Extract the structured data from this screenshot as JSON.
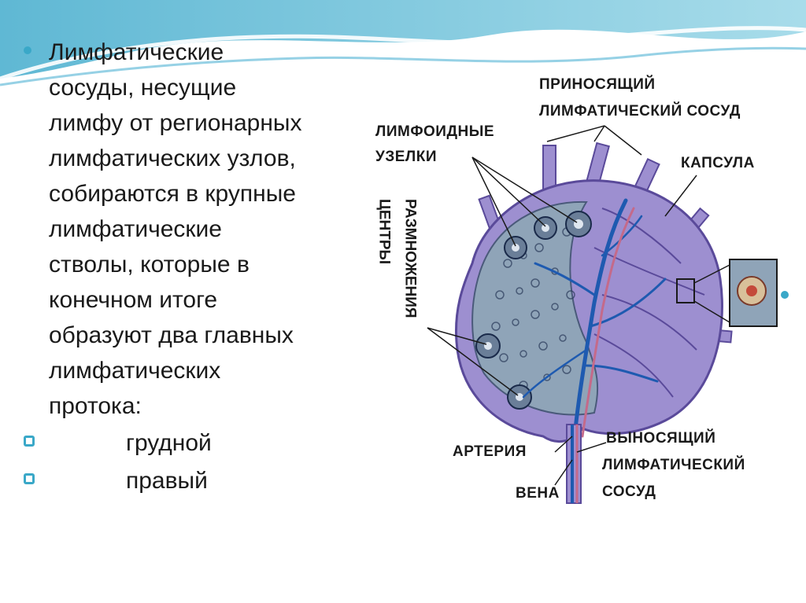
{
  "slide": {
    "main_text": "Лимфатические сосуды, несущие лимфу от регионарных лимфатических узлов, собираются в крупные лимфатические стволы, которые в конечном итоге образуют два главных лимфатических протока:",
    "main_lines": [
      "Лимфатические",
      "сосуды, несущие",
      "лимфу от регионарных",
      "лимфатических узлов,",
      "собираются в крупные",
      "лимфатические",
      "стволы, которые в",
      "конечном итоге",
      "образуют два главных",
      "лимфатических",
      "протока:"
    ],
    "sub_items": [
      {
        "label": "грудной"
      },
      {
        "label": "правый"
      }
    ]
  },
  "diagram": {
    "labels": {
      "afferent_line1": "ПРИНОСЯЩИЙ",
      "afferent_line2": "ЛИМФАТИЧЕСКИЙ СОСУД",
      "nodules_line1": "ЛИМФОИДНЫЕ",
      "nodules_line2": "УЗЕЛКИ",
      "capsule": "КАПСУЛА",
      "centers_vertical": "ЦЕНТРЫ",
      "reproduction_vertical": "РАЗМНОЖЕНИЯ",
      "artery": "АРТЕРИЯ",
      "vein": "ВЕНА",
      "efferent_line1": "ВЫНОСЯЩИЙ",
      "efferent_line2": "ЛИМФАТИЧЕСКИЙ",
      "efferent_line3": "СОСУД"
    },
    "colors": {
      "node_fill": "#9d8fd0",
      "node_stroke": "#5a4a9a",
      "cortex_fill": "#8fa4b8",
      "vessel_blue": "#1e5ab0",
      "vessel_red": "#c46a8a",
      "accent": "#3aa8c8"
    }
  }
}
